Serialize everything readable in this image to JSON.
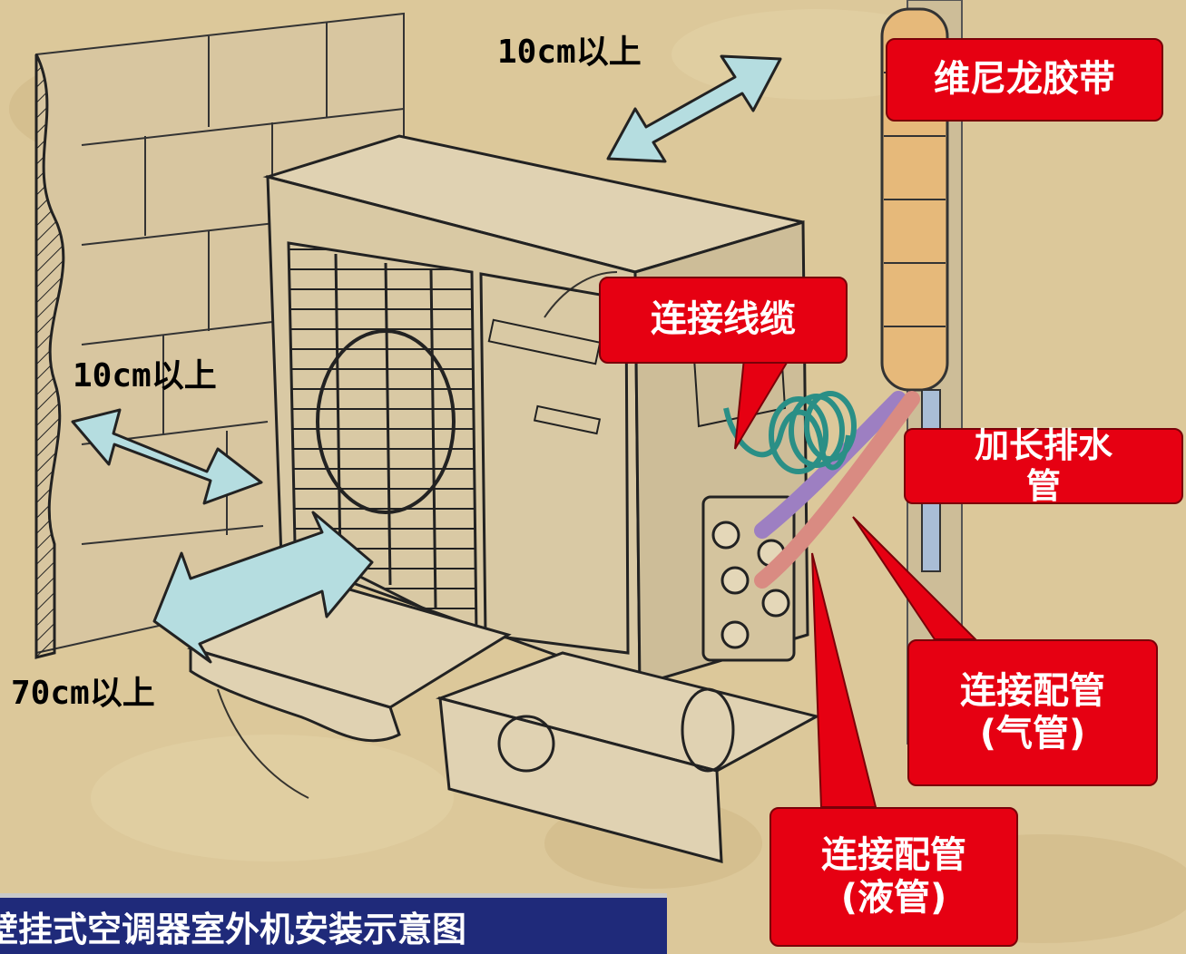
{
  "clearances": {
    "top": "10cm以上",
    "left": "10cm以上",
    "front": "70cm以上"
  },
  "callouts": {
    "vinyl_tape": "维尼龙胶带",
    "connecting_cable": "连接线缆",
    "drain_pipe_1": "加长排水",
    "drain_pipe_2": "管",
    "gas_pipe_1": "连接配管",
    "gas_pipe_2": "(气管)",
    "liquid_pipe_1": "连接配管",
    "liquid_pipe_2": "(液管)"
  },
  "title": "壁挂式空调器室外机安装示意图",
  "colors": {
    "callout_red": "#e60012",
    "arrow_fill": "#b5dde0",
    "title_bar": "#1f2a7a"
  }
}
